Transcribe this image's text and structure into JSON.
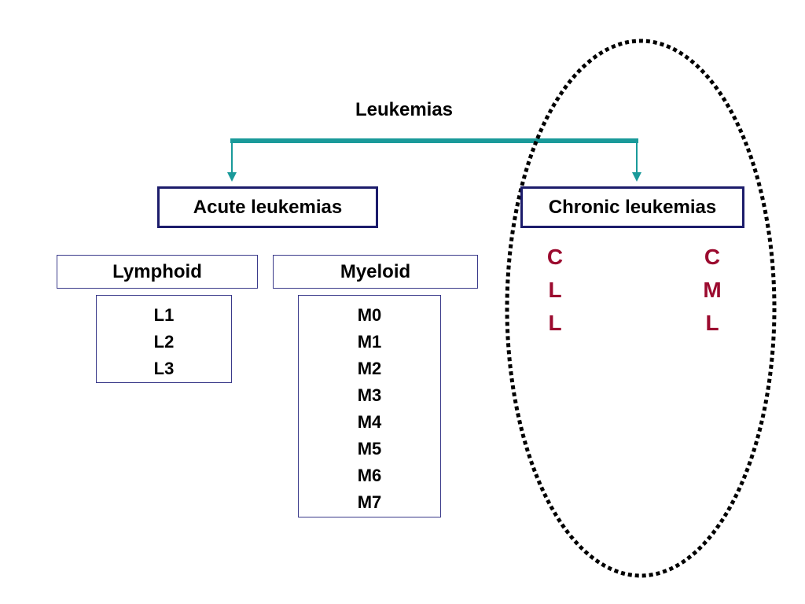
{
  "root": {
    "label": "Leukemias"
  },
  "colors": {
    "connector": "#1a9a9a",
    "box_border": "#1c1c6b",
    "abbr": "#9b0a2e",
    "ellipse": "#000000"
  },
  "acute": {
    "label": "Acute leukemias",
    "lymphoid": {
      "label": "Lymphoid",
      "items": [
        "L1",
        "L2",
        "L3"
      ]
    },
    "myeloid": {
      "label": "Myeloid",
      "items": [
        "M0",
        "M1",
        "M2",
        "M3",
        "M4",
        "M5",
        "M6",
        "M7"
      ]
    }
  },
  "chronic": {
    "label": "Chronic leukemias",
    "cll": [
      "C",
      "L",
      "L"
    ],
    "cml": [
      "C",
      "M",
      "L"
    ]
  }
}
